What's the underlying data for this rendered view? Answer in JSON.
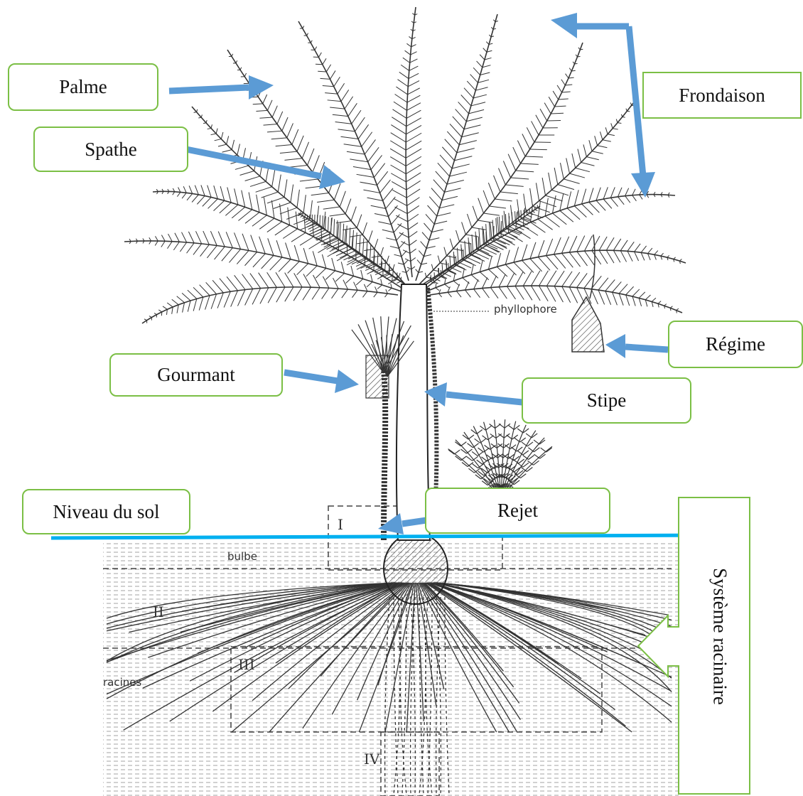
{
  "labels": {
    "palme": "Palme",
    "spathe": "Spathe",
    "frondaison": "Frondaison",
    "regime": "Régime",
    "gourmant": "Gourmant",
    "stipe": "Stipe",
    "niveau_sol": "Niveau du sol",
    "rejet": "Rejet",
    "systeme_racinaire": "Système racinaire"
  },
  "drawing_text": {
    "phyllophore": "phyllophore",
    "bulbe": "bulbe",
    "racines": "racines",
    "zone_1": "I",
    "zone_2": "II",
    "zone_3": "III",
    "zone_4": "IV"
  },
  "colors": {
    "box_border": "#7bbf45",
    "arrow": "#5b9bd5",
    "ground_line": "#00b0f0",
    "ink": "#333333"
  }
}
